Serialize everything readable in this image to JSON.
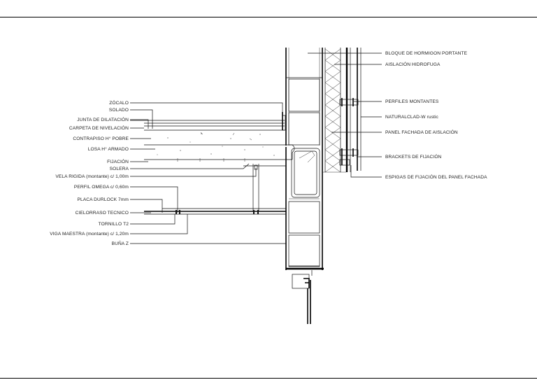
{
  "sheet": {
    "frame_color": "#000000",
    "background": "#ffffff"
  },
  "labels_left": [
    {
      "key": "zocalo",
      "text": "ZÓCALO"
    },
    {
      "key": "solado",
      "text": "SOLADO"
    },
    {
      "key": "junta",
      "text": "JUNTA DE DILATACIÓN"
    },
    {
      "key": "carpeta",
      "text": "CARPETA DE NIVELACIÓN"
    },
    {
      "key": "contrapiso",
      "text": "CONTRAPISO H° POBRE"
    },
    {
      "key": "losa",
      "text": "LOSA H° ARMADO"
    },
    {
      "key": "fijacion",
      "text": "FIJACIÓN"
    },
    {
      "key": "solera",
      "text": "SOLERA"
    },
    {
      "key": "vela",
      "text": "VELA RIGIDA (montante) c/ 1,00m"
    },
    {
      "key": "omega",
      "text": "PERFIL OMEGA c/ 0,60m"
    },
    {
      "key": "durlock",
      "text": "PLACA DURLOCK 7mm"
    },
    {
      "key": "cielorraso",
      "text": "CIELORRASO TECNICO"
    },
    {
      "key": "tornillo",
      "text": "TORNILLO T2"
    },
    {
      "key": "viga",
      "text": "VIGA MAESTRA (montante) c/ 1,20m"
    },
    {
      "key": "buna",
      "text": "BUÑA Z"
    }
  ],
  "labels_right": [
    {
      "key": "bloque",
      "text": "BLOQUE DE HORMIGON PORTANTE"
    },
    {
      "key": "aislacion",
      "text": "AISLACIÓN HIDROFUGA"
    },
    {
      "key": "perfiles",
      "text": "PERFILES MONTANTES"
    },
    {
      "key": "naturalclad",
      "text": "NATURALCLAD-W rustic"
    },
    {
      "key": "panel",
      "text": "PANEL FACHADA DE AISLACIÓN"
    },
    {
      "key": "brackets",
      "text": "BRACKETS DE FIJACIÓN"
    },
    {
      "key": "espigas",
      "text": "ESPIGAS DE FIJACIÓN DEL PANEL FACHADA"
    }
  ]
}
